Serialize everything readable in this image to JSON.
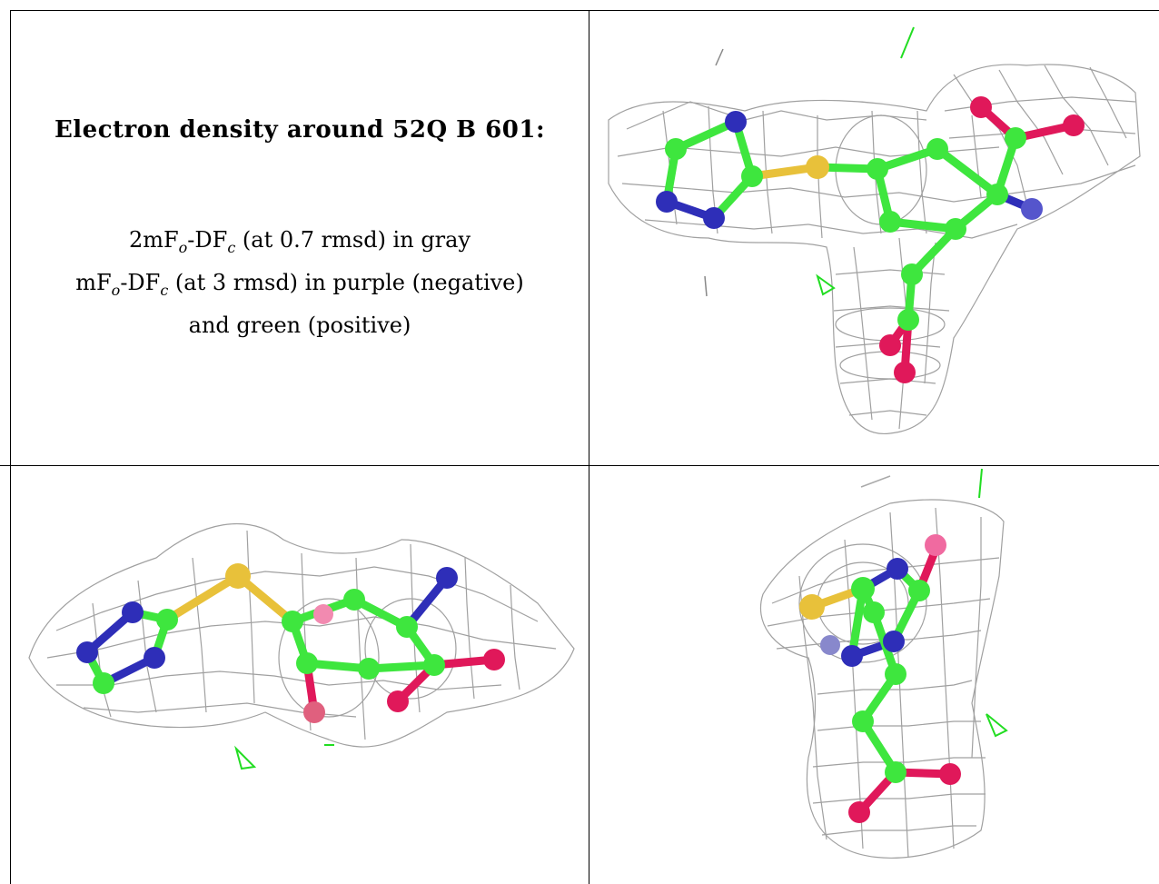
{
  "title": "Electron density around 52Q B 601:",
  "legend": {
    "line1_a": "2mF",
    "line1_sub1": "o",
    "line1_b": "-DF",
    "line1_sub2": "c",
    "line1_c": " (at 0.7 rmsd) in gray",
    "line2_a": "mF",
    "line2_sub1": "o",
    "line2_b": "-DF",
    "line2_sub2": "c",
    "line2_c": " (at 3 rmsd) in purple (negative)",
    "line3": "and green (positive)"
  },
  "colors": {
    "mesh_gray": "#9a9a9a",
    "carbon_green": "#3ee63e",
    "nitrogen_blue": "#2e2eb8",
    "oxygen_red": "#e0185a",
    "sulfur_yellow": "#e8c13a",
    "positive_density_green": "#22dd22"
  },
  "panels": [
    "view-1",
    "view-2",
    "view-3"
  ]
}
